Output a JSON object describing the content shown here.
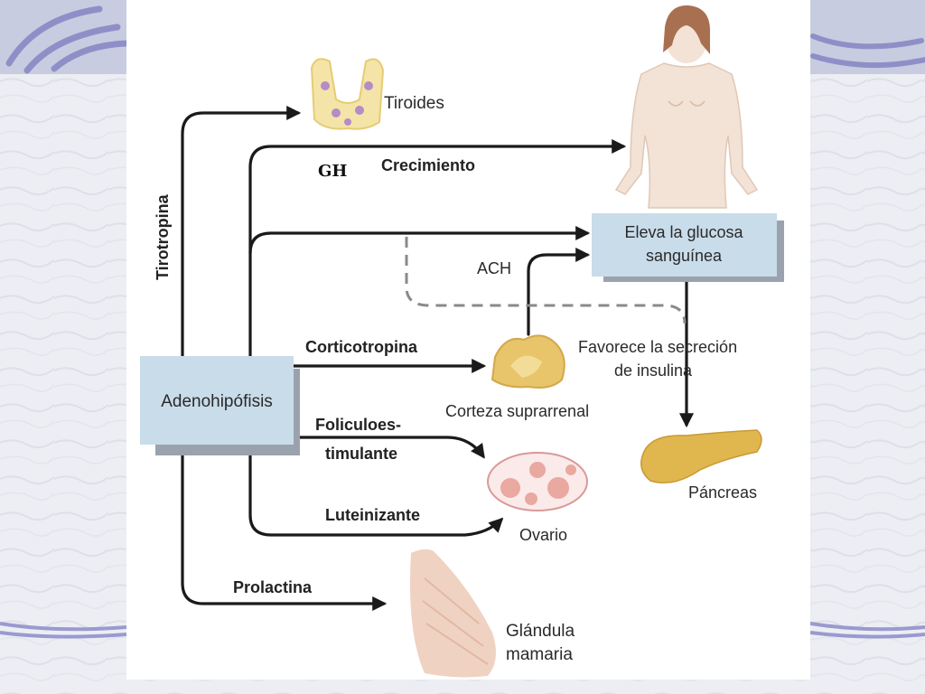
{
  "diagram": {
    "source_gland": "Adenohipófisis",
    "hormones": {
      "tirotropina": "Tirotropina",
      "gh": "GH",
      "crecimiento": "Crecimiento",
      "corticotropina": "Corticotropina",
      "foliculo_line1": "Foliculoes-",
      "foliculo_line2": "timulante",
      "luteinizante": "Luteinizante",
      "prolactina": "Prolactina",
      "ach": "ACH"
    },
    "targets": {
      "tiroides": "Tiroides",
      "glucosa_line1": "Eleva la glucosa",
      "glucosa_line2": "sanguínea",
      "corteza": "Corteza suprarrenal",
      "favorece_line1": "Favorece la secreción",
      "favorece_line2": "de insulina",
      "pancreas": "Páncreas",
      "ovario": "Ovario",
      "mamaria_line1": "Glándula",
      "mamaria_line2": "mamaria"
    },
    "colors": {
      "box_fill": "#c9dcea",
      "arrow": "#1a1a1a",
      "organ_yellow": "#e8c46a",
      "organ_pink": "#e9a8a0",
      "skin": "#f3e2d6"
    }
  }
}
